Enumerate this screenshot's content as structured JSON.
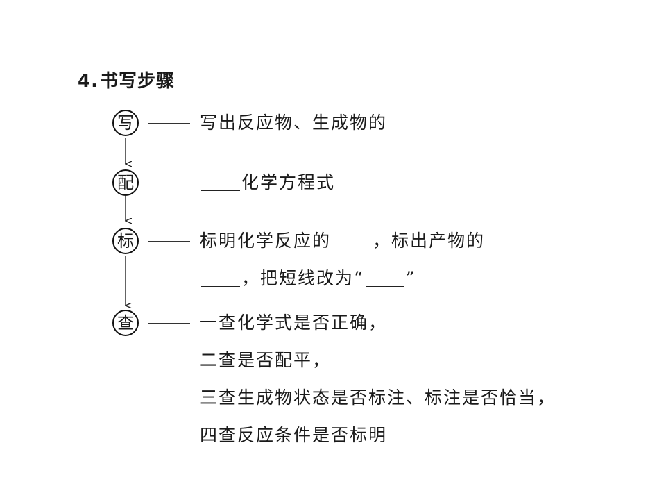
{
  "section": {
    "number": "4.",
    "title": "书写步骤"
  },
  "steps": [
    {
      "label": "写",
      "lines": [
        [
          "写出反应物、生成物的",
          "__BLANK_LONG__"
        ]
      ]
    },
    {
      "label": "配",
      "lines": [
        [
          "__BLANK__",
          "化学方程式"
        ]
      ]
    },
    {
      "label": "标",
      "lines": [
        [
          "标明化学反应的",
          "__BLANK__",
          "，标出产物的"
        ],
        [
          "__BLANK__",
          "，把短线改为“",
          "__BLANK__",
          "”"
        ]
      ]
    },
    {
      "label": "查",
      "lines": [
        [
          "一查化学式是否正确，"
        ],
        [
          "二查是否配平，"
        ],
        [
          "三查生成物状态是否标注、标注是否恰当，"
        ],
        [
          "四查反应条件是否标明"
        ]
      ]
    }
  ]
}
